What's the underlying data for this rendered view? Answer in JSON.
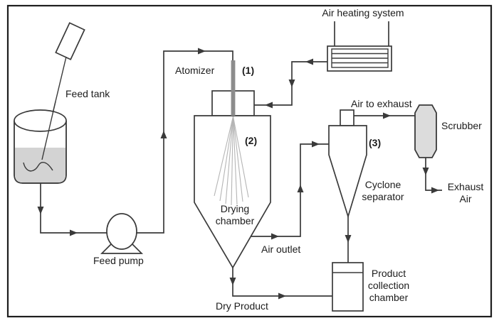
{
  "diagram": {
    "type": "process-flow-diagram",
    "subject": "spray drying system",
    "labels": {
      "feed_tank": "Feed tank",
      "feed_pump": "Feed pump",
      "atomizer": "Atomizer",
      "air_heating_system": "Air heating system",
      "drying_chamber": "Drying\nchamber",
      "air_outlet": "Air outlet",
      "dry_product": "Dry Product",
      "air_to_exhaust": "Air to exhaust",
      "cyclone_separator": "Cyclone\nseparator",
      "scrubber": "Scrubber",
      "exhaust_air": "Exhaust\nAir",
      "product_collection_chamber": "Product\ncollection\nchamber",
      "marker_1": "(1)",
      "marker_2": "(2)",
      "marker_3": "(3)"
    }
  },
  "colors": {
    "line": "#3a3a3a",
    "text": "#1c1c1c",
    "background": "#ffffff",
    "liquid_fill": "#d3d3d3",
    "scrubber_fill": "#dcdcdc",
    "atomizer_bar": "#8c8c8c",
    "spray": "#b5b5b5"
  }
}
